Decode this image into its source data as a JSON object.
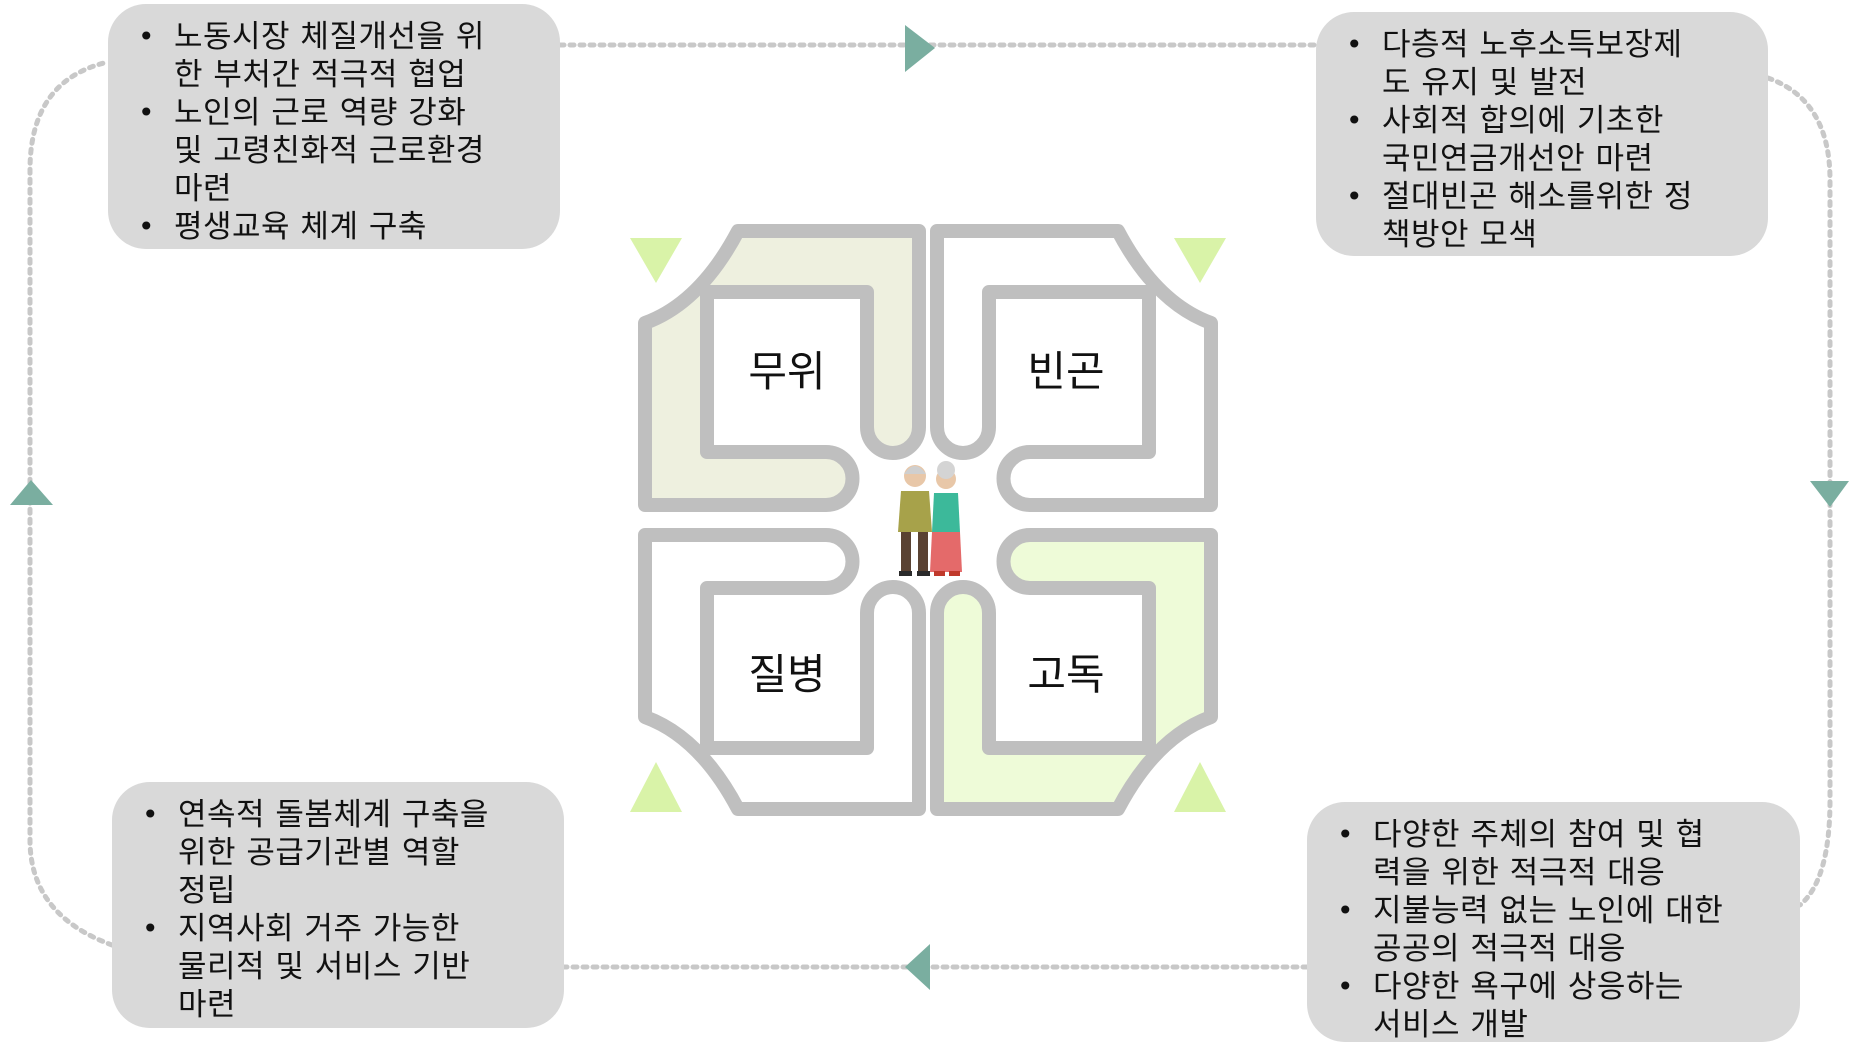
{
  "colors": {
    "box_fill": "#d9d9d9",
    "frame_stroke": "#bfbfbf",
    "quadrant_fill_top_left": "#eef0df",
    "quadrant_fill_bottom_right": "#eefbd8",
    "corner_triangle": "#d9f3a8",
    "flow_arrow": "#7aaea0",
    "dotted_line": "#c8c8c8"
  },
  "icons": {
    "center_figure": "elderly-couple-icon",
    "flow_arrows": "triangle-arrow-icon",
    "corner_markers": "corner-triangle-icon"
  },
  "diagram": {
    "quadrants": {
      "top_left": "무위",
      "top_right": "빈곤",
      "bottom_left": "질병",
      "bottom_right": "고독"
    },
    "boxes": {
      "top_left": [
        "노동시장 체질개선을 위\n한 부처간 적극적 협업",
        "노인의 근로 역량 강화\n및 고령친화적 근로환경\n마련",
        "평생교육 체계 구축"
      ],
      "top_right": [
        "다층적 노후소득보장제\n도 유지 및 발전",
        "사회적 합의에 기초한\n국민연금개선안 마련",
        "절대빈곤 해소를위한 정\n책방안 모색"
      ],
      "bottom_left": [
        "연속적 돌봄체계 구축을\n위한 공급기관별 역할\n정립",
        "지역사회 거주 가능한\n물리적 및 서비스 기반\n마련"
      ],
      "bottom_right": [
        "다양한 주체의 참여 및 협\n력을 위한 적극적 대응",
        "지불능력 없는 노인에 대한\n공공의 적극적 대응",
        "다양한 욕구에 상응하는\n   서비스 개발"
      ]
    }
  }
}
